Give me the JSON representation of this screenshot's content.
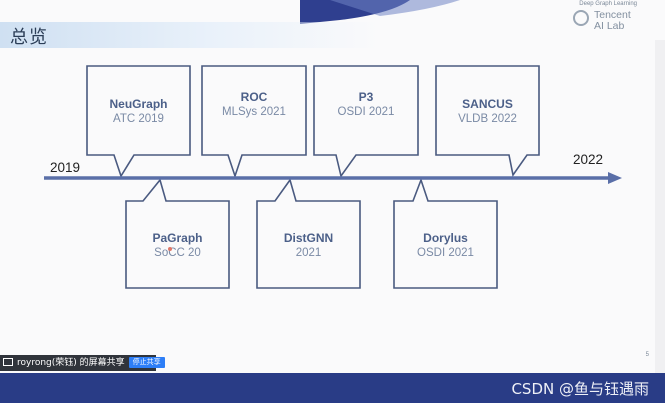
{
  "slide": {
    "title": "总览",
    "logo": {
      "tagline": "Deep Graph Learning",
      "name_line1": "Tencent",
      "name_line2": "AI Lab"
    },
    "page_number": "5"
  },
  "timeline": {
    "start_year": "2019",
    "end_year": "2022",
    "events_above": [
      {
        "name": "NeuGraph",
        "venue": "ATC 2019"
      },
      {
        "name": "ROC",
        "venue": "MLSys 2021"
      },
      {
        "name": "P3",
        "venue": "OSDI 2021"
      },
      {
        "name": "SANCUS",
        "venue": "VLDB 2022"
      }
    ],
    "events_below": [
      {
        "name": "PaGraph",
        "venue": "SoCC 20"
      },
      {
        "name": "DistGNN",
        "venue": "2021"
      },
      {
        "name": "Dorylus",
        "venue": "OSDI 2021"
      }
    ]
  },
  "screen_share": {
    "label": "royrong(荣钰) 的屏幕共享",
    "button": "停止共享"
  },
  "watermark": {
    "text": "CSDN @鱼与钰遇雨"
  },
  "colors": {
    "accent": "#2d3a8c",
    "timeline": "#5a6fa8",
    "box_border": "#4a5a80"
  }
}
